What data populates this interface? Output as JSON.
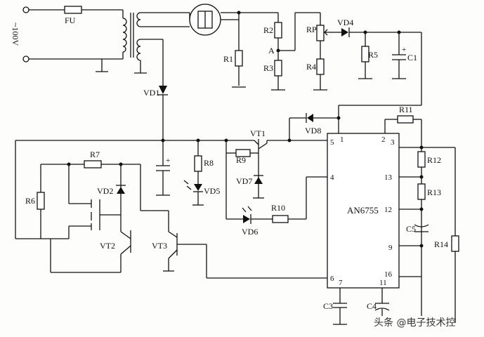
{
  "labels": {
    "supply": "~100V",
    "FU": "FU",
    "R1": "R1",
    "R2": "R2",
    "R3": "R3",
    "R4": "R4",
    "R5": "R5",
    "R6": "R6",
    "R7": "R7",
    "R8": "R8",
    "R9": "R9",
    "R10": "R10",
    "R11": "R11",
    "R12": "R12",
    "R13": "R13",
    "R14": "R14",
    "RP": "RP",
    "A": "A",
    "C1": "C1",
    "C3": "C3",
    "C4": "C4",
    "C5": "C5",
    "VD1": "VD1",
    "VD2": "VD2",
    "VD4": "VD4",
    "VD5": "VD5",
    "VD6": "VD6",
    "VD7": "VD7",
    "VD8": "VD8",
    "VT1": "VT1",
    "VT2": "VT2",
    "VT3": "VT3",
    "ic": "AN6755",
    "p1": "1",
    "p2": "2",
    "p3": "3",
    "p4": "4",
    "p5": "5",
    "p6": "6",
    "p7": "7",
    "p9": "9",
    "p11": "11",
    "p12": "12",
    "p13": "13",
    "p16": "16",
    "plus": "+"
  },
  "watermark": "头条 @电子技术控"
}
